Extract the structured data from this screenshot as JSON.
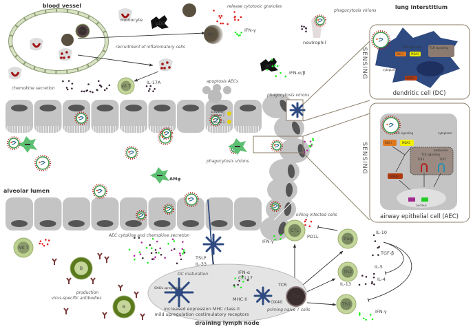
{
  "regions": {
    "blood_vessel": "blood vessel",
    "lung_interstitium": "lung interstitium",
    "alveolar_lumen": "alveolar lumen",
    "draining_lymph_node": "draining lymph node"
  },
  "cells": {
    "monocyte": "monocyte",
    "pdc": "pDC",
    "nk": "NK",
    "th0": "Th0",
    "gd_t": "γδ T",
    "neutrophil": "neutrophil",
    "amphi": "AMφ",
    "nk_t": "NK T",
    "b": "B",
    "ctl": "CTL",
    "treg": "Treg",
    "th2": "Th2",
    "th1": "Th1"
  },
  "labels": {
    "release_granules": "release cytotoxic granules",
    "recruitment": "recruitment of inflammatory cells",
    "chemokine_secretion": "chemokine secretion",
    "apoptosis": "apoptosis AECs",
    "phagocytosis_1": "phagocytosis virions",
    "phagocytosis_2": "phagocytosis virions",
    "phagocytosis_3": "phagocytosis virions",
    "caspase_1": "activation",
    "caspase_2": "caspase 7",
    "caspase_3": "&",
    "caspase_4": "caspase 3",
    "aec_secretion": "AEC cytokine and chemokine secretion",
    "production_1": "production",
    "production_2": "virus-specific antibodies",
    "killing": "killing infected cells",
    "dc_maturation": "DC maturation",
    "ox40l": "OX40L upregulation",
    "mhc2": "MHC II",
    "tcr": "TCR",
    "ox40": "OX40",
    "priming": "priming naive T cells",
    "increased_1": "increased expression MHC class II",
    "increased_2": "mild upregulation costimulatory receptors",
    "pd1l": "PD1L"
  },
  "cytokines": {
    "ifn_g_nk": "IFN-γ",
    "ifn_ab": "IFN-α/β",
    "il17a": "IL-17A",
    "tslp": "TSLP",
    "il33": "IL-33",
    "ifn_a": "IFN-α",
    "ccl17": "CCL17",
    "ifn_g_ctl": "IFN-γ",
    "il10": "IL-10",
    "tgfb": "TGF-β",
    "il5": "IL-5",
    "il4": "IL-4",
    "il13": "IL-13",
    "ifn_g_th1": "IFN-γ"
  },
  "dc_panel": {
    "sensing": "SENSING",
    "caption": "dendritic cell (DC)",
    "rlr": "RLR signaling",
    "tlr": "TLR signaling",
    "rigi": "RIG-I",
    "mda5": "MDA5",
    "mavs": "MAVS",
    "cytoplasm": "cytoplasm"
  },
  "aec_panel": {
    "sensing": "SENSING",
    "caption": "airway epithelial cell (AEC)",
    "rlr": "RLR signaling",
    "cytoplasm": "cytoplasm",
    "rigi": "RIG-I",
    "mda5": "MDA5",
    "endosome": "endosome",
    "tlr": "TLR signaling",
    "tlr3": "TLR3",
    "tlr7": "TLR7",
    "mavs": "MAVS",
    "nucleus": "nucleus"
  },
  "colors": {
    "epithelium": "#c4c4c4",
    "nucleus": "#555555",
    "t_cell": "#c5d69a",
    "b_cell": "#5b7a1e",
    "dc": "#2e4a80",
    "macrophage": "#5cbf72",
    "pdc": "#111111",
    "granule_red": "#e02020",
    "cytokine_green": "#22ee22",
    "cytokine_purple": "#b0309a",
    "panel_border": "#8a7c66"
  }
}
